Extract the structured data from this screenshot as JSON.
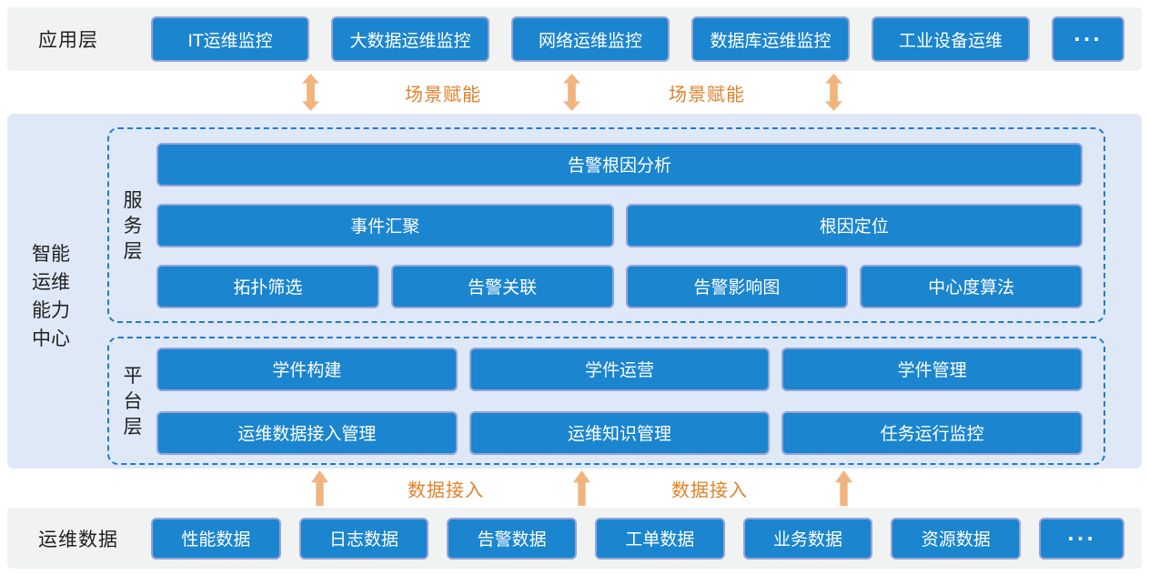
{
  "colors": {
    "box_fill": "#1b85cf",
    "box_border": "#95a4d9",
    "band_gray": "#f1f2f2",
    "band_blue": "#dfe8f7",
    "dashed_border": "#1e7bd0",
    "arrow_orange": "#f2b47e",
    "orange_text": "#e0812a",
    "text_dark": "#1f1f1f",
    "box_text": "#ffffff"
  },
  "app_layer": {
    "label": "应用层",
    "boxes": [
      "IT运维监控",
      "大数据运维监控",
      "网络运维监控",
      "数据库运维监控",
      "工业设备运维",
      "···"
    ]
  },
  "top_connector": {
    "arrow_type": "double-headed vertical",
    "labels": [
      "场景赋能",
      "场景赋能"
    ]
  },
  "center": {
    "label": "智能运维能力中心",
    "service_layer": {
      "label": "服务层",
      "rows": [
        [
          "告警根因分析"
        ],
        [
          "事件汇聚",
          "根因定位"
        ],
        [
          "拓扑筛选",
          "告警关联",
          "告警影响图",
          "中心度算法"
        ]
      ]
    },
    "platform_layer": {
      "label": "平台层",
      "rows": [
        [
          "学件构建",
          "学件运营",
          "学件管理"
        ],
        [
          "运维数据接入管理",
          "运维知识管理",
          "任务运行监控"
        ]
      ]
    }
  },
  "bottom_connector": {
    "arrow_type": "up",
    "labels": [
      "数据接入",
      "数据接入"
    ]
  },
  "data_layer": {
    "label": "运维数据",
    "boxes": [
      "性能数据",
      "日志数据",
      "告警数据",
      "工单数据",
      "业务数据",
      "资源数据",
      "···"
    ]
  }
}
